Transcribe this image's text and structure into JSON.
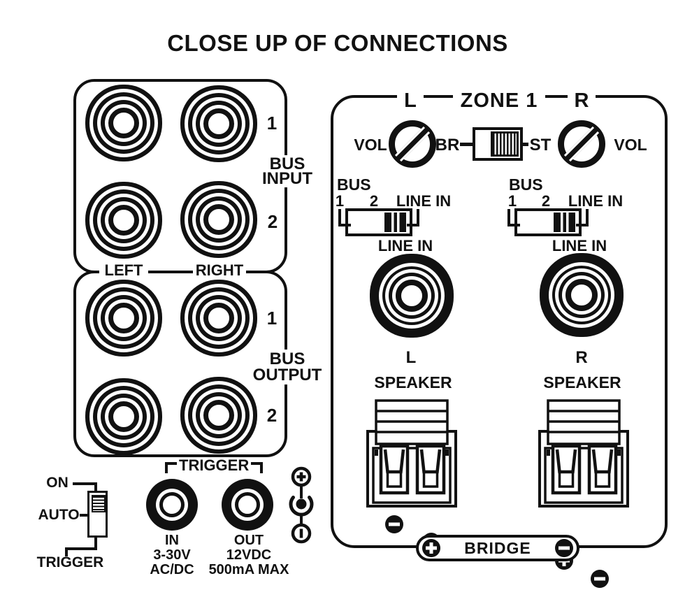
{
  "title": "CLOSE UP OF CONNECTIONS",
  "colors": {
    "ink": "#111111",
    "bg": "#ffffff"
  },
  "bus_panel": {
    "input": {
      "label1": "BUS",
      "label2": "INPUT",
      "jack1": "1",
      "jack2": "2"
    },
    "output": {
      "label1": "BUS",
      "label2": "OUTPUT",
      "jack1": "1",
      "jack2": "2"
    },
    "left": "LEFT",
    "right": "RIGHT"
  },
  "power_switch": {
    "on": "ON",
    "auto": "AUTO",
    "trigger": "TRIGGER"
  },
  "trigger_io": {
    "heading": "TRIGGER",
    "in_label": "IN",
    "in_volt": "3-30V",
    "in_type": "AC/DC",
    "out_label": "OUT",
    "out_volt": "12VDC",
    "out_current": "500mA MAX"
  },
  "zone1": {
    "header_left": "L",
    "header_title": "ZONE 1",
    "header_right": "R",
    "vol_left": "VOL",
    "vol_right": "VOL",
    "mode_left": "BR",
    "mode_right": "ST",
    "bus_left": {
      "bus": "BUS",
      "pos1": "1",
      "pos2": "2",
      "pos3": "LINE IN",
      "jack_label": "LINE IN"
    },
    "bus_right": {
      "bus": "BUS",
      "pos1": "1",
      "pos2": "2",
      "pos3": "LINE IN",
      "jack_label": "LINE IN"
    },
    "speaker_left": {
      "channel": "L",
      "label": "SPEAKER"
    },
    "speaker_right": {
      "channel": "R",
      "label": "SPEAKER"
    },
    "bridge_label": "BRIDGE"
  },
  "icons": {
    "knob": "rotary-knob-icon",
    "plus_terminal": "plus-circle-icon",
    "minus_terminal": "minus-circle-icon",
    "dc_polarity": "center-positive-dc-polarity-icon",
    "rca_jack": "rca-jack-icon",
    "mini_jack": "mini-jack-icon"
  }
}
